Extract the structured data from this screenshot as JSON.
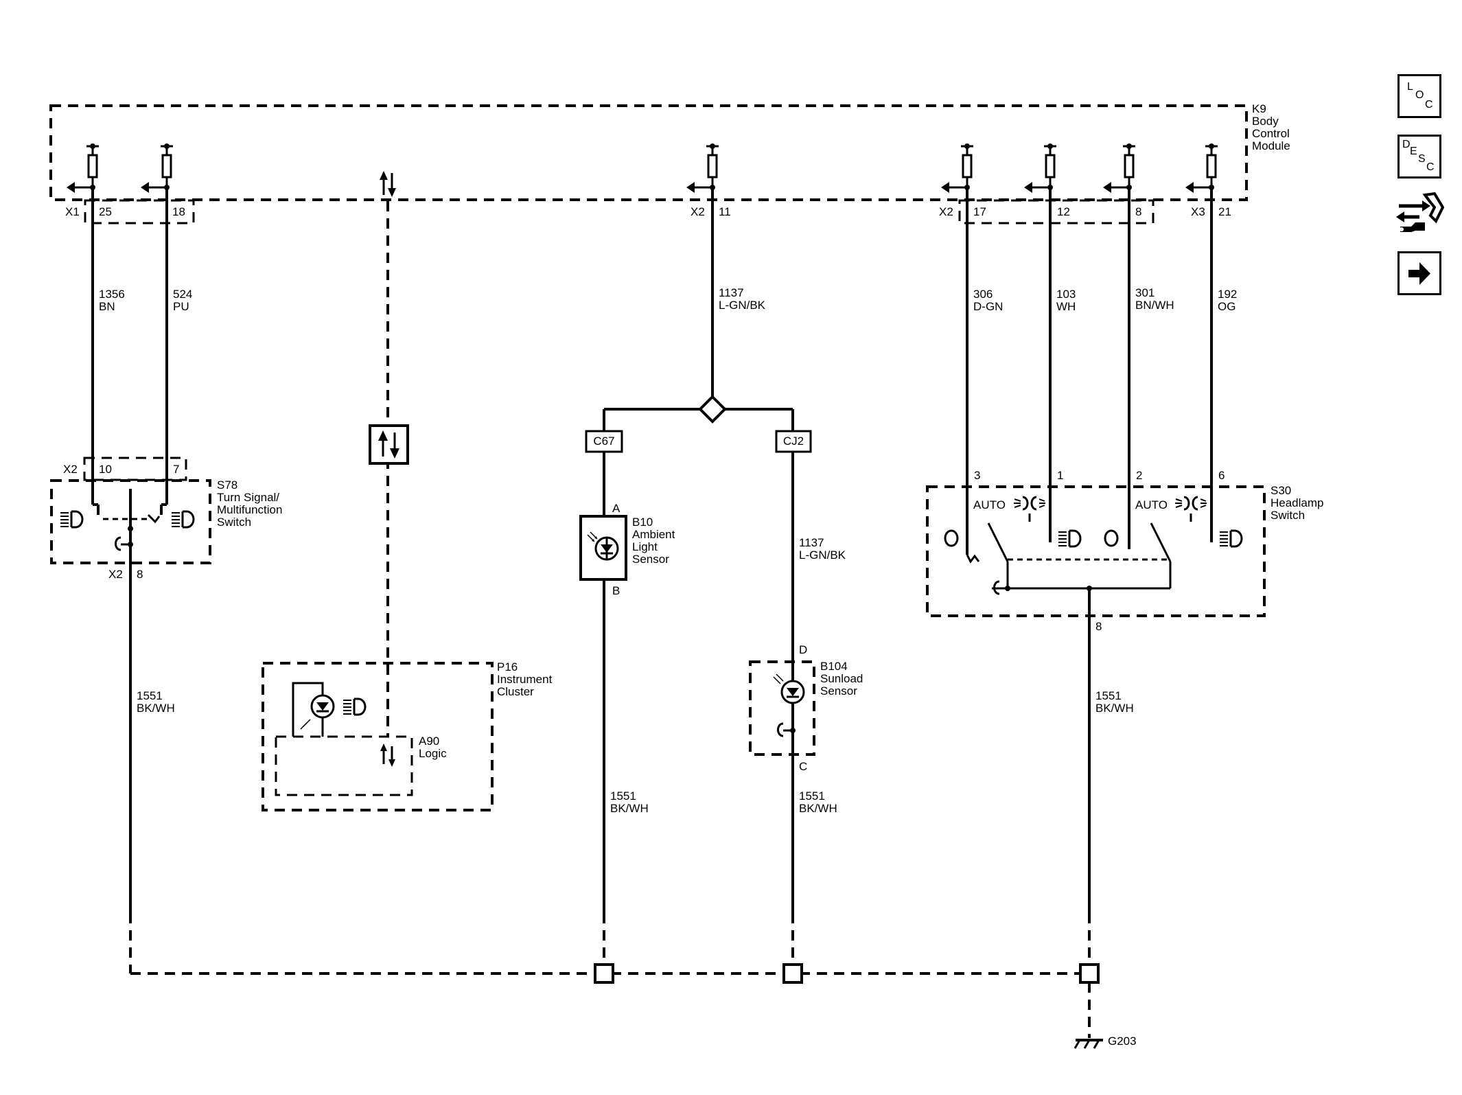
{
  "nav": {
    "loc": {
      "l1": "L",
      "l2": "O",
      "l3": "C"
    },
    "desc": {
      "l1": "D",
      "l2": "E",
      "l3": "S",
      "l4": "C"
    },
    "icons": [
      "loc-button",
      "desc-button",
      "connector-tool-icon",
      "next-arrow-icon"
    ]
  },
  "k9": {
    "id": "K9",
    "l1": "Body",
    "l2": "Control",
    "l3": "Module"
  },
  "k9_pins": {
    "x1": "X1",
    "p25": "25",
    "p18": "18",
    "x2a": "X2",
    "p11": "11",
    "x2b": "X2",
    "p17": "17",
    "p12": "12",
    "p8": "8",
    "x3": "X3",
    "p21": "21"
  },
  "wires": {
    "w1356": {
      "n": "1356",
      "c": "BN"
    },
    "w524": {
      "n": "524",
      "c": "PU"
    },
    "w1137a": {
      "n": "1137",
      "c": "L-GN/BK"
    },
    "w1137b": {
      "n": "1137",
      "c": "L-GN/BK"
    },
    "w306": {
      "n": "306",
      "c": "D-GN"
    },
    "w103": {
      "n": "103",
      "c": "WH"
    },
    "w301": {
      "n": "301",
      "c": "BN/WH"
    },
    "w192": {
      "n": "192",
      "c": "OG"
    },
    "g1": {
      "n": "1551",
      "c": "BK/WH"
    },
    "g2": {
      "n": "1551",
      "c": "BK/WH"
    },
    "g3": {
      "n": "1551",
      "c": "BK/WH"
    },
    "g4": {
      "n": "1551",
      "c": "BK/WH"
    }
  },
  "s78": {
    "id": "S78",
    "l1": "Turn Signal/",
    "l2": "Multifunction",
    "l3": "Switch",
    "x2": "X2",
    "p10": "10",
    "p7": "7",
    "x2b": "X2",
    "p8": "8"
  },
  "splices": {
    "c67": "C67",
    "cj2": "CJ2"
  },
  "b10": {
    "id": "B10",
    "l1": "Ambient",
    "l2": "Light",
    "l3": "Sensor",
    "pa": "A",
    "pb": "B"
  },
  "b104": {
    "id": "B104",
    "l1": "Sunload",
    "l2": "Sensor",
    "pd": "D",
    "pc": "C"
  },
  "p16": {
    "id": "P16",
    "l1": "Instrument",
    "l2": "Cluster"
  },
  "a90": {
    "id": "A90",
    "l1": "Logic"
  },
  "s30": {
    "id": "S30",
    "l1": "Headlamp",
    "l2": "Switch",
    "p3": "3",
    "p1": "1",
    "p2": "2",
    "p6": "6",
    "p8": "8",
    "auto1": "AUTO",
    "auto2": "AUTO"
  },
  "ground": {
    "id": "G203"
  }
}
